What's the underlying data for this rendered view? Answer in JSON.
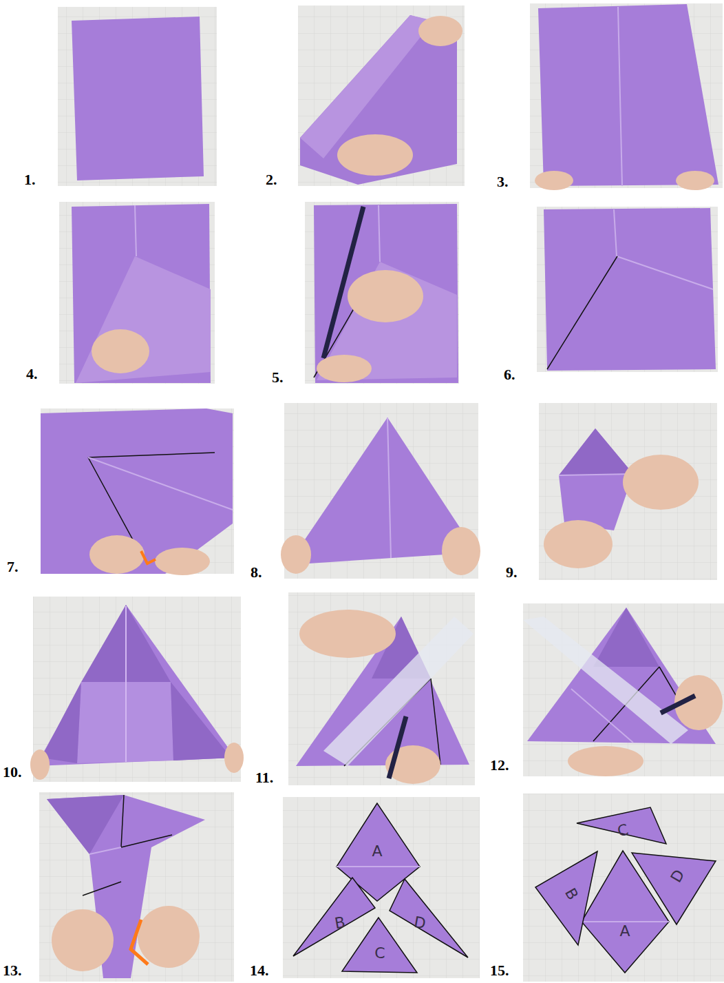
{
  "diagram": {
    "labels": [
      "1.",
      "2.",
      "3.",
      "4.",
      "5.",
      "6.",
      "7.",
      "8.",
      "9.",
      "10.",
      "11.",
      "12.",
      "13.",
      "14.",
      "15.",
      "A",
      "B",
      "D",
      "C",
      "C",
      "B",
      "D",
      "A"
    ]
  }
}
